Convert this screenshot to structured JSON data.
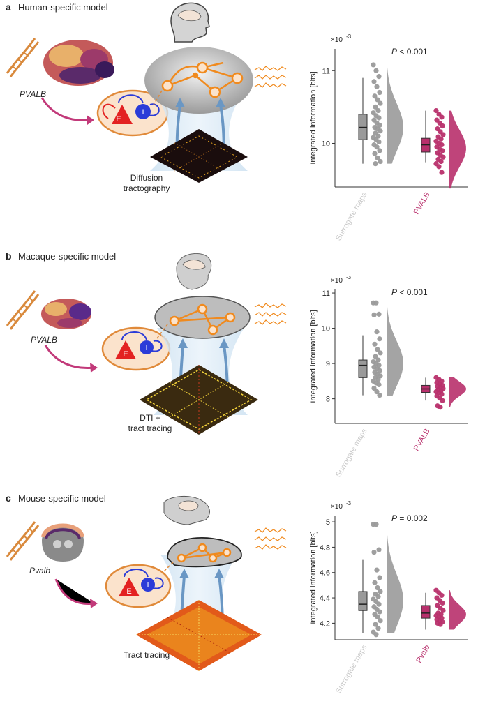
{
  "panels": [
    {
      "letter": "a",
      "title": "Human-specific model",
      "gene": "PVALB",
      "method_line1": "Diffusion",
      "method_line2": "tractography",
      "exc_label": "E",
      "inh_label": "I"
    },
    {
      "letter": "b",
      "title": "Macaque-specific model",
      "gene": "PVALB",
      "method_line1": "DTI +",
      "method_line2": "tract tracing",
      "exc_label": "E",
      "inh_label": "I"
    },
    {
      "letter": "c",
      "title": "Mouse-specific model",
      "gene": "Pvalb",
      "method_line1": "Tract tracing",
      "method_line2": "",
      "exc_label": "E",
      "inh_label": "I"
    }
  ],
  "chart_data": [
    {
      "type": "raincloud",
      "ylabel": "Integrated information [bits]",
      "scale_label": "×10",
      "scale_exp": "-3",
      "pvalue_symbol": "P",
      "pvalue_rest": " < 0.001",
      "ylim": [
        9.4,
        11.3
      ],
      "yticks": [
        10,
        11
      ],
      "categories": [
        "Surrogate maps",
        "PVALB"
      ],
      "category_colors": [
        "#9a9a9a",
        "#b8306c"
      ],
      "box": [
        {
          "q1": 10.05,
          "median": 10.22,
          "q3": 10.4,
          "wlow": 9.72,
          "whigh": 10.9
        },
        {
          "q1": 9.88,
          "median": 9.98,
          "q3": 10.07,
          "wlow": 9.74,
          "whigh": 10.45
        }
      ],
      "points": [
        [
          11.08,
          11.0,
          10.92,
          10.85,
          10.78,
          10.7,
          10.65,
          10.6,
          10.55,
          10.5,
          10.45,
          10.42,
          10.38,
          10.35,
          10.32,
          10.28,
          10.25,
          10.22,
          10.2,
          10.17,
          10.14,
          10.1,
          10.08,
          10.05,
          10.02,
          9.98,
          9.95,
          9.9,
          9.86,
          9.8,
          9.75,
          9.72
        ],
        [
          10.45,
          10.4,
          10.36,
          10.32,
          10.28,
          10.24,
          10.2,
          10.16,
          10.12,
          10.09,
          10.06,
          10.03,
          10.0,
          9.98,
          9.95,
          9.92,
          9.9,
          9.87,
          9.84,
          9.81,
          9.78,
          9.75,
          9.72,
          9.68,
          9.6
        ]
      ],
      "violin": [
        {
          "lo": 9.72,
          "hi": 11.1,
          "peak": 10.22
        },
        {
          "lo": 9.38,
          "hi": 10.45,
          "peak": 9.93
        }
      ]
    },
    {
      "type": "raincloud",
      "ylabel": "Integrated information [bits]",
      "scale_label": "×10",
      "scale_exp": "-3",
      "pvalue_symbol": "P",
      "pvalue_rest": " < 0.001",
      "ylim": [
        7.3,
        11.1
      ],
      "yticks": [
        8,
        9,
        10,
        11
      ],
      "categories": [
        "Surrogate maps",
        "PVALB"
      ],
      "category_colors": [
        "#9a9a9a",
        "#b8306c"
      ],
      "box": [
        {
          "q1": 8.6,
          "median": 8.95,
          "q3": 9.1,
          "wlow": 8.1,
          "whigh": 9.8
        },
        {
          "q1": 8.18,
          "median": 8.28,
          "q3": 8.38,
          "wlow": 7.95,
          "whigh": 8.6
        }
      ],
      "points": [
        [
          10.72,
          10.72,
          10.4,
          10.38,
          9.9,
          9.7,
          9.55,
          9.4,
          9.3,
          9.2,
          9.1,
          9.05,
          9.0,
          8.95,
          8.9,
          8.85,
          8.8,
          8.75,
          8.7,
          8.65,
          8.6,
          8.55,
          8.5,
          8.45,
          8.4,
          8.3,
          8.2,
          8.1
        ],
        [
          8.6,
          8.55,
          8.5,
          8.46,
          8.42,
          8.38,
          8.35,
          8.32,
          8.29,
          8.26,
          8.23,
          8.2,
          8.17,
          8.13,
          8.08,
          8.02,
          7.95,
          7.8,
          7.76
        ]
      ],
      "violin": [
        {
          "lo": 8.08,
          "hi": 10.75,
          "peak": 9.0
        },
        {
          "lo": 7.76,
          "hi": 8.62,
          "peak": 8.28
        }
      ]
    },
    {
      "type": "raincloud",
      "ylabel": "Integrated information [bits]",
      "scale_label": "×10",
      "scale_exp": "-3",
      "pvalue_symbol": "P",
      "pvalue_rest": " = 0.002",
      "ylim": [
        4.07,
        5.05
      ],
      "yticks": [
        4.2,
        4.4,
        4.6,
        4.8,
        5.0
      ],
      "categories": [
        "Surrogate maps",
        "Pvalb"
      ],
      "category_colors": [
        "#9a9a9a",
        "#b8306c"
      ],
      "box": [
        {
          "q1": 4.3,
          "median": 4.35,
          "q3": 4.45,
          "wlow": 4.12,
          "whigh": 4.7
        },
        {
          "q1": 4.24,
          "median": 4.28,
          "q3": 4.34,
          "wlow": 4.15,
          "whigh": 4.44
        }
      ],
      "points": [
        [
          4.98,
          4.98,
          4.78,
          4.76,
          4.62,
          4.56,
          4.52,
          4.48,
          4.45,
          4.43,
          4.41,
          4.39,
          4.37,
          4.35,
          4.33,
          4.31,
          4.29,
          4.27,
          4.25,
          4.22,
          4.19,
          4.16,
          4.13,
          4.11
        ],
        [
          4.46,
          4.44,
          4.42,
          4.4,
          4.38,
          4.36,
          4.34,
          4.32,
          4.3,
          4.28,
          4.27,
          4.26,
          4.25,
          4.24,
          4.23,
          4.22,
          4.21,
          4.2,
          4.19
        ]
      ],
      "violin": [
        {
          "lo": 4.12,
          "hi": 4.98,
          "peak": 4.38
        },
        {
          "lo": 4.15,
          "hi": 4.46,
          "peak": 4.27
        }
      ]
    }
  ]
}
